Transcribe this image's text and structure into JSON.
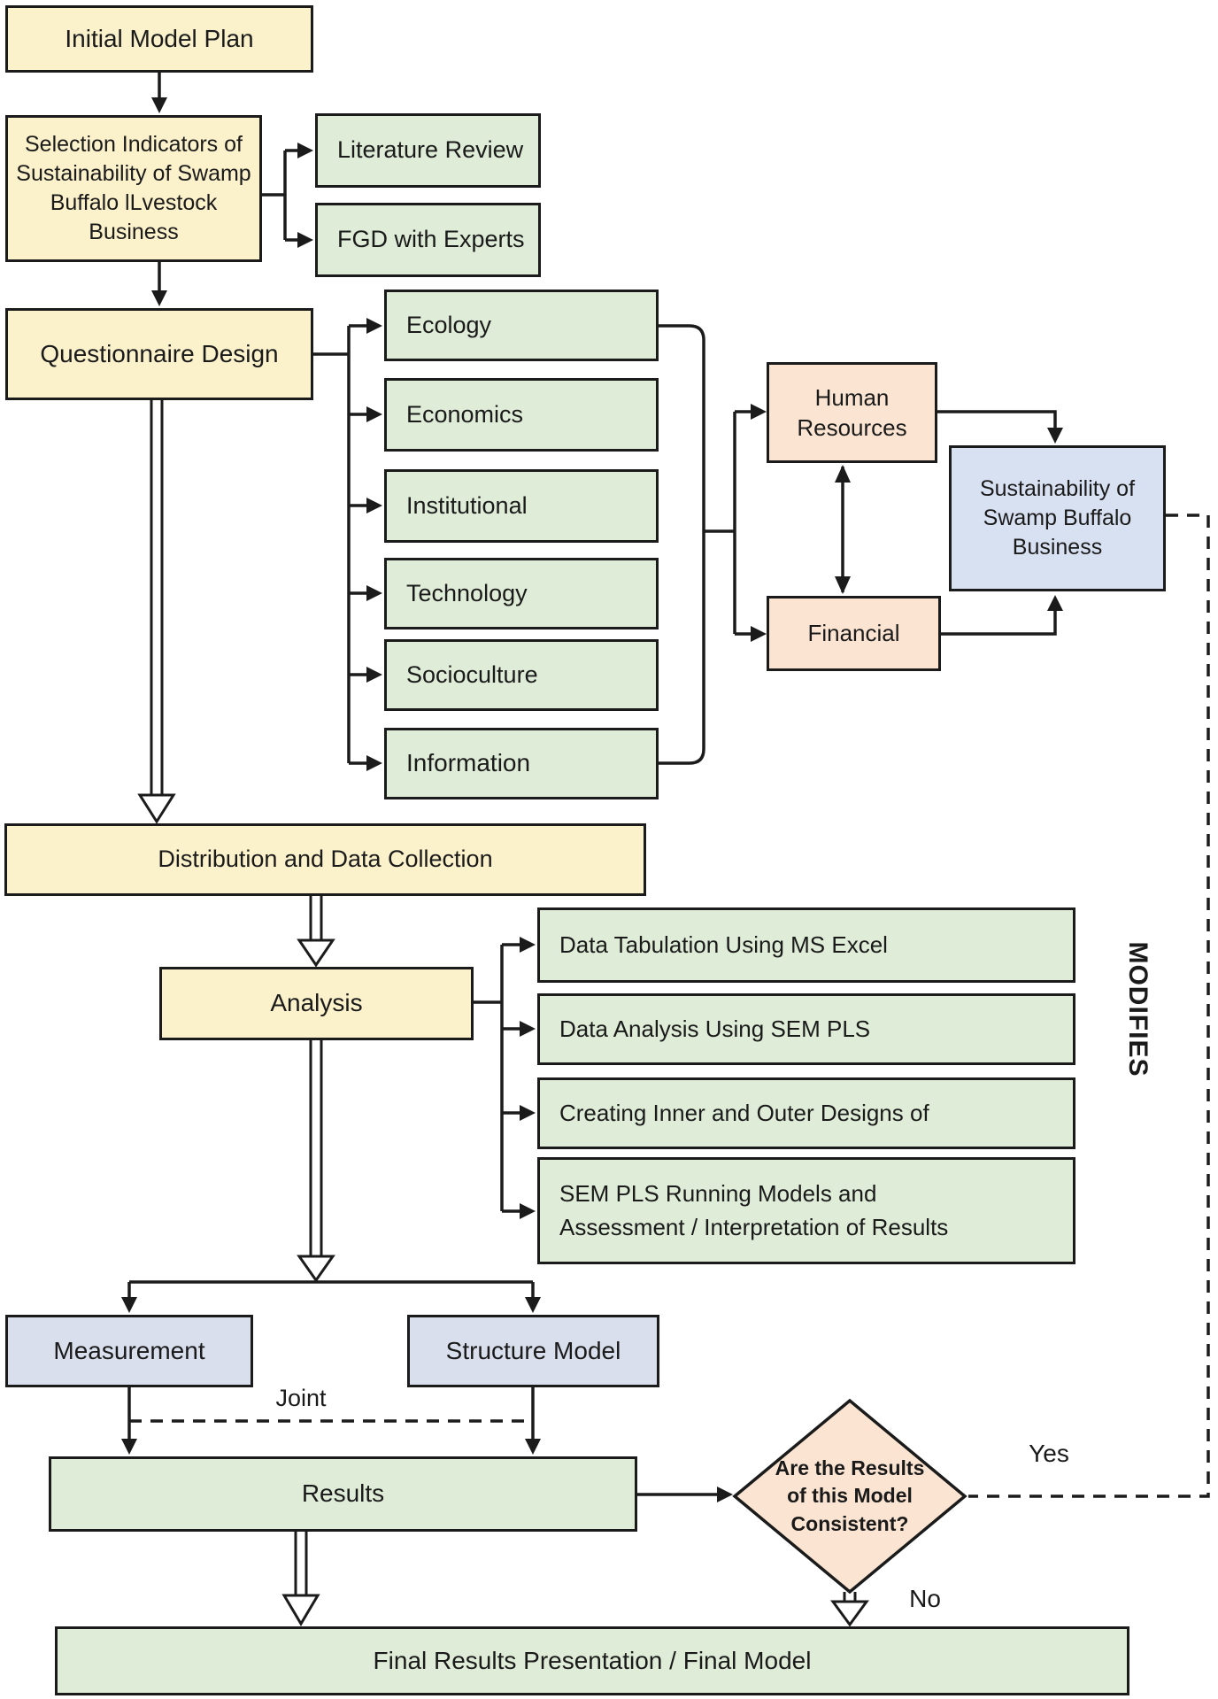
{
  "diagram": {
    "nodes": {
      "initial_model_plan": "Initial Model Plan",
      "selection_indicators": "Selection Indicators of\nSustainability of Swamp\nBuffalo lLvestock\nBusiness",
      "literature_review": "Literature Review",
      "fgd_experts": "FGD with Experts",
      "questionnaire_design": "Questionnaire Design",
      "categories": [
        "Ecology",
        "Economics",
        "Institutional",
        "Technology",
        "Socioculture",
        "Information"
      ],
      "human_resources": "Human\nResources",
      "financial": "Financial",
      "sustainability": "Sustainability of\nSwamp Buffalo\nBusiness",
      "distribution": "Distribution and Data Collection",
      "analysis": "Analysis",
      "tasks": [
        "Data Tabulation Using MS Excel",
        "Data Analysis Using SEM PLS",
        "Creating Inner and Outer Designs of",
        "SEM PLS Running Models and\nAssessment / Interpretation of Results"
      ],
      "measurement": "Measurement",
      "structure_model": "Structure Model",
      "results": "Results",
      "decision": "Are the Results\nof this Model\nConsistent?",
      "final": "Final Results Presentation / Final Model"
    },
    "edge_labels": {
      "joint": "Joint",
      "yes": "Yes",
      "no": "No",
      "modifies": "MODIFIES"
    },
    "colors": {
      "process_yellow": "#FBF1CB",
      "item_green": "#DFEDD8",
      "latent_peach": "#FBE5D2",
      "outcome_blue": "#D8E1F2",
      "model_slate": "#D9DFEC",
      "line_black": "#1b1b1b"
    }
  }
}
